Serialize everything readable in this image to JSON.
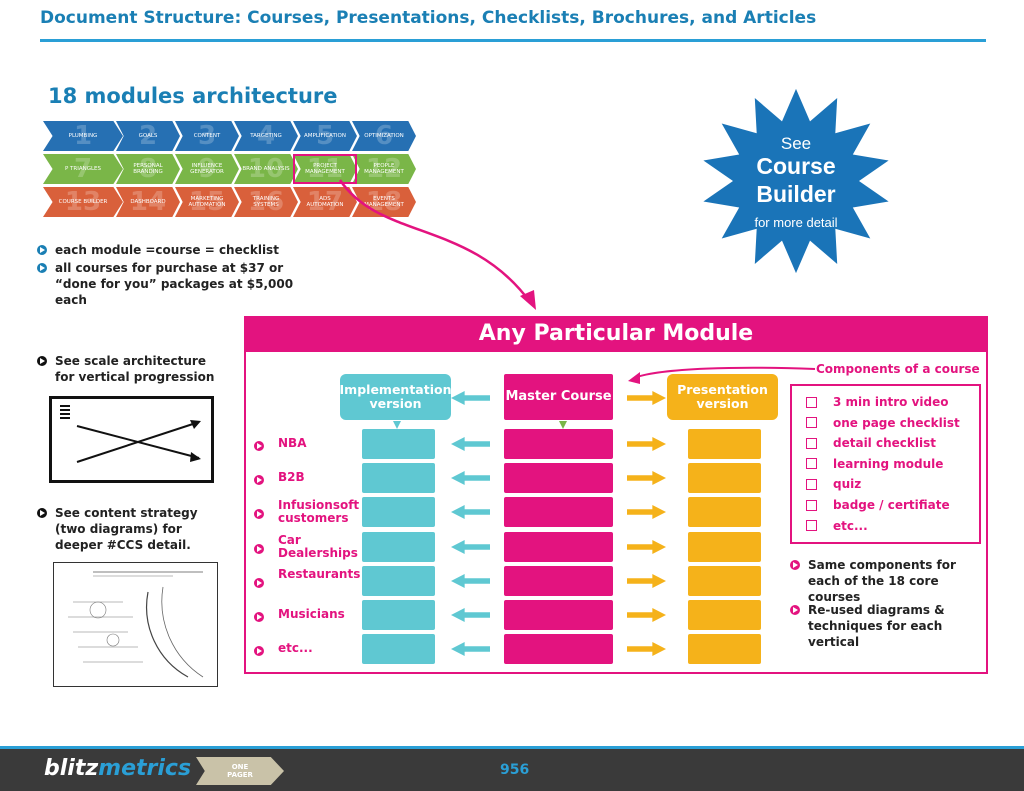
{
  "header": {
    "title": "Document Structure: Courses, Presentations, Checklists, Brochures, and Articles"
  },
  "architecture": {
    "title": "18 modules architecture",
    "rows": [
      {
        "color": "#2670b3",
        "modules": [
          {
            "num": "1",
            "label": "PLUMBING"
          },
          {
            "num": "2",
            "label": "GOALS"
          },
          {
            "num": "3",
            "label": "CONTENT"
          },
          {
            "num": "4",
            "label": "TARGETING"
          },
          {
            "num": "5",
            "label": "AMPLIFICATION"
          },
          {
            "num": "6",
            "label": "OPTIMIZATION"
          }
        ]
      },
      {
        "color": "#7ab648",
        "modules": [
          {
            "num": "7",
            "label": "P TRIANGLES"
          },
          {
            "num": "8",
            "label": "PERSONAL BRANDING"
          },
          {
            "num": "9",
            "label": "INFLUENCE GENERATOR"
          },
          {
            "num": "10",
            "label": "BRAND ANALYSIS"
          },
          {
            "num": "11",
            "label": "PROJECT MANAGEMENT"
          },
          {
            "num": "12",
            "label": "PEOPLE MANAGEMENT"
          }
        ]
      },
      {
        "color": "#d9603b",
        "modules": [
          {
            "num": "13",
            "label": "COURSE BUILDER"
          },
          {
            "num": "14",
            "label": "DASHBOARD"
          },
          {
            "num": "15",
            "label": "MARKETING AUTOMATION"
          },
          {
            "num": "16",
            "label": "TRAINING SYSTEMS"
          },
          {
            "num": "17",
            "label": "ADS AUTOMATION"
          },
          {
            "num": "18",
            "label": "EVENTS MANAGEMENT"
          }
        ]
      }
    ],
    "bullets": [
      "each module =course = checklist",
      "all courses for purchase at $37 or “done for you” packages at $5,000 each"
    ]
  },
  "starburst": {
    "line1": "See",
    "line2": "Course",
    "line3": "Builder",
    "line4": "for more detail",
    "color": "#1a74b8"
  },
  "left_notes": {
    "scale": "See scale architecture for vertical progression",
    "content": "See content strategy (two diagrams) for deeper #CCS detail."
  },
  "module": {
    "title": "Any Particular Module",
    "columns": {
      "implementation": "Implementation version",
      "master": "Master Course",
      "presentation": "Presentation version"
    },
    "rows": [
      "NBA",
      "B2B",
      "Infusionsoft customers",
      "Car Dealerships",
      "Restaurants",
      "Musicians",
      "etc..."
    ],
    "components_label": "Components of a course",
    "components": [
      "3 min intro video",
      "one page checklist",
      "detail checklist",
      "learning module",
      "quiz",
      "badge / certifiate",
      "etc..."
    ],
    "notes": [
      "Same components for each of the 18 core courses",
      "Re-used diagrams & techniques for each vertical"
    ]
  },
  "footer": {
    "brand_a": "blitz",
    "brand_b": "metrics",
    "pager": "ONE PAGER",
    "page_number": "956"
  },
  "colors": {
    "pink": "#e3137f",
    "teal": "#5fc8d2",
    "orange": "#f5b21a",
    "blue": "#1a7fb4"
  }
}
